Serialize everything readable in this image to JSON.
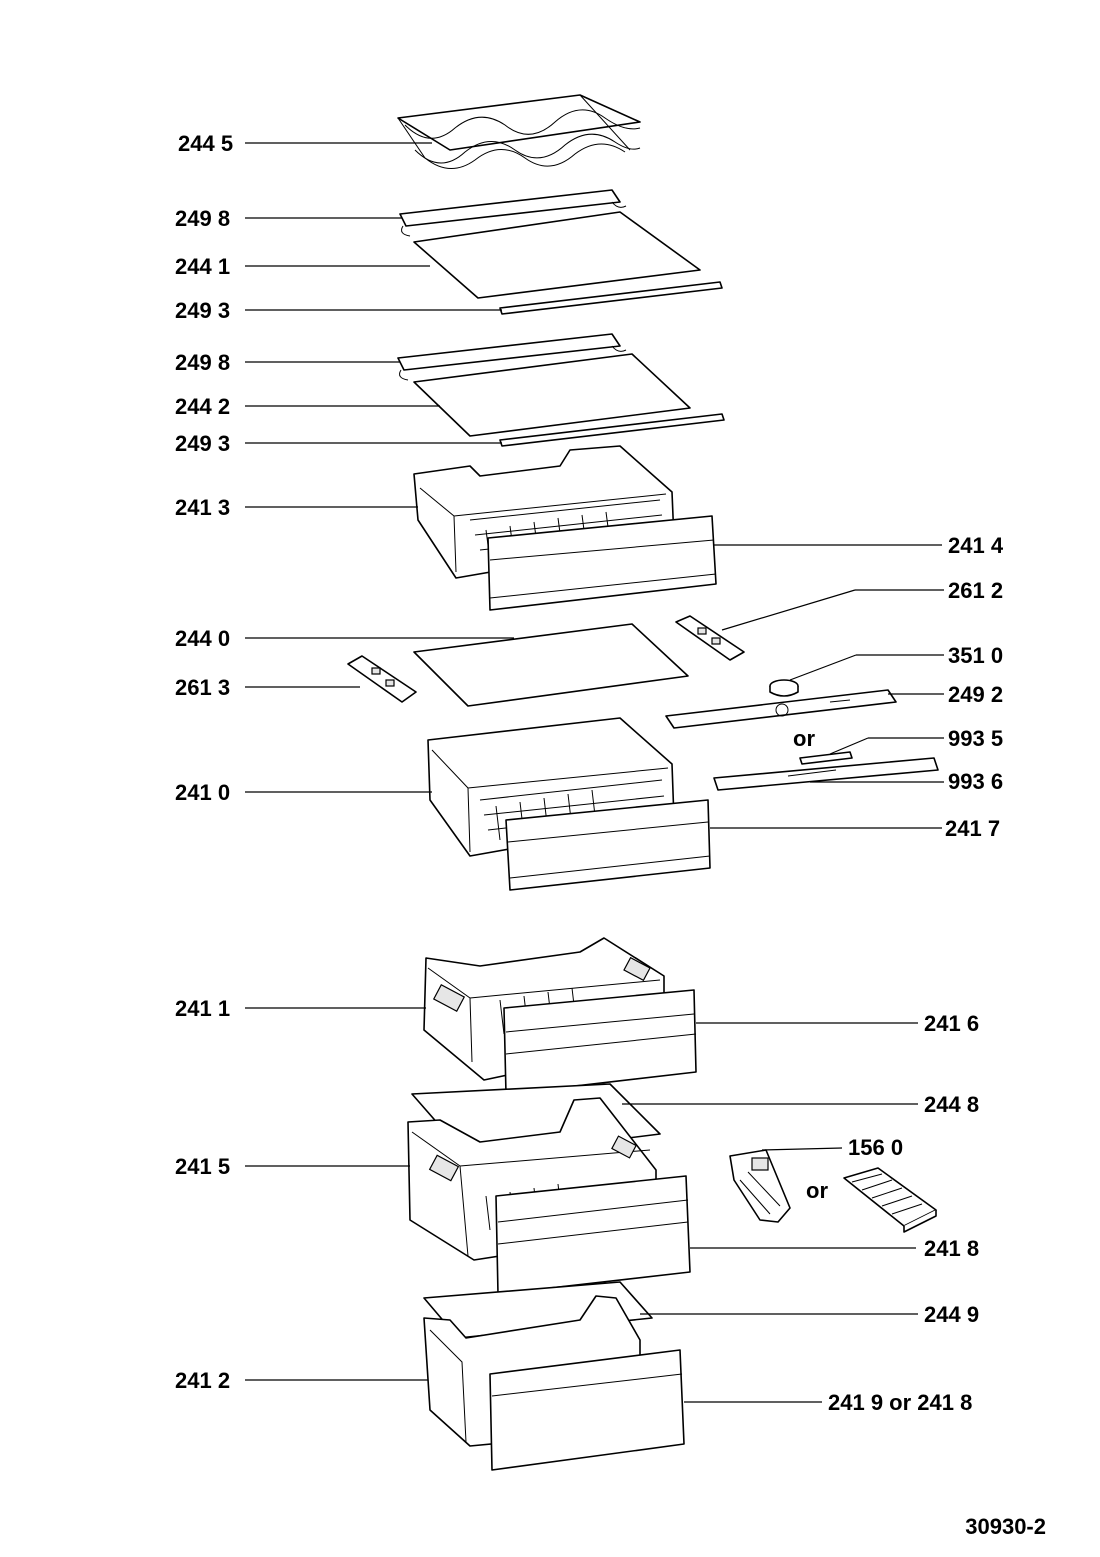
{
  "callouts": {
    "c2445": "244 5",
    "c2498a": "249 8",
    "c2441": "244 1",
    "c2493a": "249 3",
    "c2498b": "249 8",
    "c2442": "244 2",
    "c2493b": "249 3",
    "c2413": "241 3",
    "c2414": "241 4",
    "c2612": "261 2",
    "c2440": "244 0",
    "c3510": "351 0",
    "c2613": "261 3",
    "c2492": "249 2",
    "c9935": "993 5",
    "c2410": "241 0",
    "c9936": "993 6",
    "c2417": "241 7",
    "c2411": "241 1",
    "c2416": "241 6",
    "c2448": "244 8",
    "c2415": "241 5",
    "c1560": "156 0",
    "c2418": "241 8",
    "c2449": "244 9",
    "c2412": "241 2",
    "c2419or2418": "241 9 or 241 8"
  },
  "or_labels": {
    "or1": "or",
    "or2": "or"
  },
  "drawing_id": "30930-2"
}
